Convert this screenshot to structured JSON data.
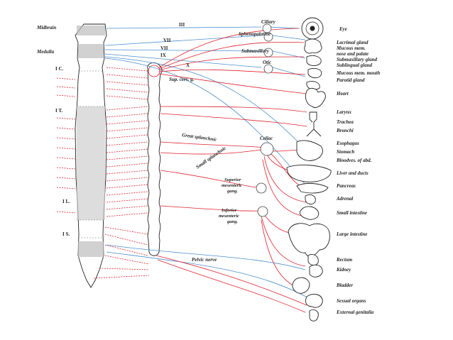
{
  "diagram": {
    "cord_labels": {
      "midbrain": "Midbrain",
      "medulla": "Medulla",
      "c1": "I C.",
      "t1": "I T.",
      "l1": "I L.",
      "s1": "I S."
    },
    "nerve_labels": {
      "n3": "III",
      "n7": "VII",
      "n9": "IX",
      "n10": "X",
      "sup_cerv": "Sup. cerv. g.",
      "great_splanchnic": "Great splanchnic",
      "small_splanchnic": "Small splanchnic",
      "pelvic": "Pelvic nerve"
    },
    "ganglia": {
      "ciliary": "Ciliary",
      "sphenopalatine": "Sphenopalatine",
      "submaxillary": "Submaxillary",
      "otic": "Otic",
      "celiac": "Celiac",
      "sup_mes_1": "Superior",
      "sup_mes_2": "mesenteric",
      "sup_mes_3": "gang.",
      "inf_mes_1": "Inferior",
      "inf_mes_2": "mesenteric",
      "inf_mes_3": "gang."
    },
    "organs": [
      "Eye",
      "Lacrimal gland",
      "Mucous mem.",
      "nose and palate",
      "Submaxillary gland",
      "Sublingual gland",
      "Mucous mem. mouth",
      "Parotid gland",
      "Heart",
      "Larynx",
      "Trachea",
      "Bronchi",
      "Esophagus",
      "Stomach",
      "Bloodves. of abd.",
      "Liver and ducts",
      "Pancreas",
      "Adrenal",
      "Small intestine",
      "Large intestine",
      "Rectum",
      "Kidney",
      "Bladder",
      "Sexual organs",
      "External genitalia"
    ],
    "colors": {
      "sympathetic": "#e0232f",
      "parasympathetic": "#4a8fd0",
      "outline": "#222222"
    }
  }
}
